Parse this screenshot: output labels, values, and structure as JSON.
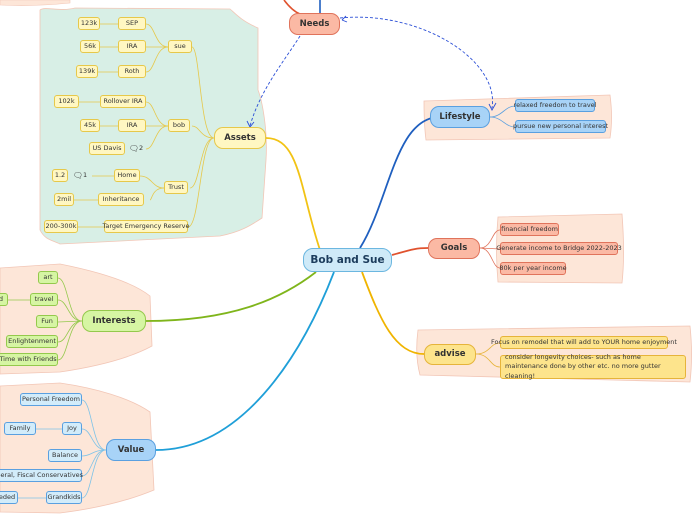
{
  "central": "Bob and Sue",
  "needs": "Needs",
  "lifestyle": {
    "label": "Lifestyle",
    "items": [
      "relaxed freedom to travel",
      "pursue new personal interest"
    ]
  },
  "goals": {
    "label": "Goals",
    "items": [
      "financial freedom",
      "Generate income to Bridge 2022-2023",
      "80k per year income"
    ]
  },
  "advise": {
    "label": "advise",
    "items": [
      "Focus on remodel that will add to YOUR home enjoyment",
      "consider longevity choices- such as home maintenance done by other etc. no more gutter cleaning!"
    ]
  },
  "assets": {
    "label": "Assets",
    "sue": {
      "label": "sue",
      "accounts": [
        {
          "name": "SEP",
          "value": "123k"
        },
        {
          "name": "IRA",
          "value": "56k"
        },
        {
          "name": "Roth",
          "value": "139k"
        }
      ]
    },
    "bob": {
      "label": "bob",
      "accounts": [
        {
          "name": "Rollover IRA",
          "value": "102k"
        },
        {
          "name": "IRA",
          "value": "45k"
        }
      ],
      "us_davis": "US Davis",
      "us_davis_comments": "2"
    },
    "trust": {
      "label": "Trust",
      "items": [
        {
          "name": "Home",
          "value": "1.2",
          "comments": "1"
        },
        {
          "name": "Inheritance",
          "value": "2mil"
        }
      ]
    },
    "reserve": {
      "name": "Target Emergency Reserve",
      "value": "200-300k"
    }
  },
  "interests": {
    "label": "Interests",
    "items": [
      "art",
      "travel",
      "Fun",
      "Enlightenment",
      "Time with Friends"
    ],
    "travel_child": "d"
  },
  "value": {
    "label": "Value",
    "items": [
      "Personal Freedom",
      "Joy",
      "Balance",
      "Liberal,  Fiscal Conservatives",
      "Grandkids"
    ],
    "joy_child": "Family",
    "grandkids_child": "eeded"
  },
  "colors": {
    "lifestyle_line": "#1f5fbf",
    "goals_line": "#e0522e",
    "advise_line": "#f0b400",
    "assets_line": "#f2c314",
    "interests_line": "#7fb51b",
    "value_line": "#1f9fd8",
    "needs_dash": "#2b4fd6"
  }
}
